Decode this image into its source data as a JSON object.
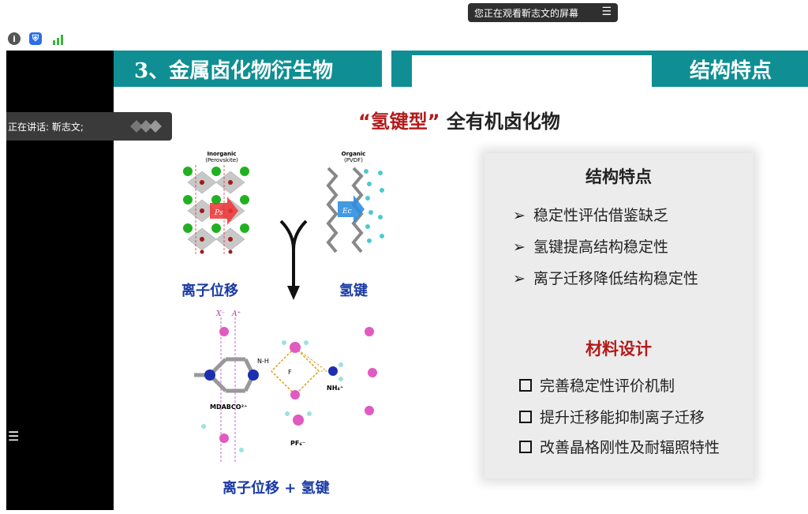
{
  "share_banner": {
    "text": "您正在观看靳志文的屏幕",
    "menu_icon": "menu-icon"
  },
  "toolbar": {
    "icons": [
      "info-icon",
      "shield-icon",
      "signal-icon"
    ]
  },
  "speaker": {
    "text": "正在讲话: 靳志文;"
  },
  "slide": {
    "title_left": "3、金属卤化物衍生物",
    "title_right": "结构特点",
    "subtitle_q1": "“",
    "subtitle_red": "氢键型",
    "subtitle_q2": "”",
    "subtitle_rest": " 全有机卤化物",
    "diagram": {
      "inorganic_label": "Inorganic",
      "inorganic_sub": "(Perovskite)",
      "organic_label": "Organic",
      "organic_sub": "(PVDF)",
      "ps": "Ps",
      "ec": "Ec",
      "label_ion": "离子位移",
      "label_hbond": "氢键",
      "nh": "N-H",
      "f": "F",
      "mdabco": "MDABCO²⁺",
      "nh4": "NH₄⁺",
      "pf6": "PF₆⁻",
      "x_minus": "X⁻",
      "a_plus": "A⁺",
      "bottom_label": "离子位移 + 氢键"
    },
    "panel": {
      "heading1": "结构特点",
      "items1": [
        "稳定性评估借鉴缺乏",
        "氢键提高结构稳定性",
        "离子迁移降低结构稳定性"
      ],
      "heading2": "材料设计",
      "items2": [
        "完善稳定性评价机制",
        "提升迁移能抑制离子迁移",
        "改善晶格刚性及耐辐照特性"
      ]
    }
  }
}
